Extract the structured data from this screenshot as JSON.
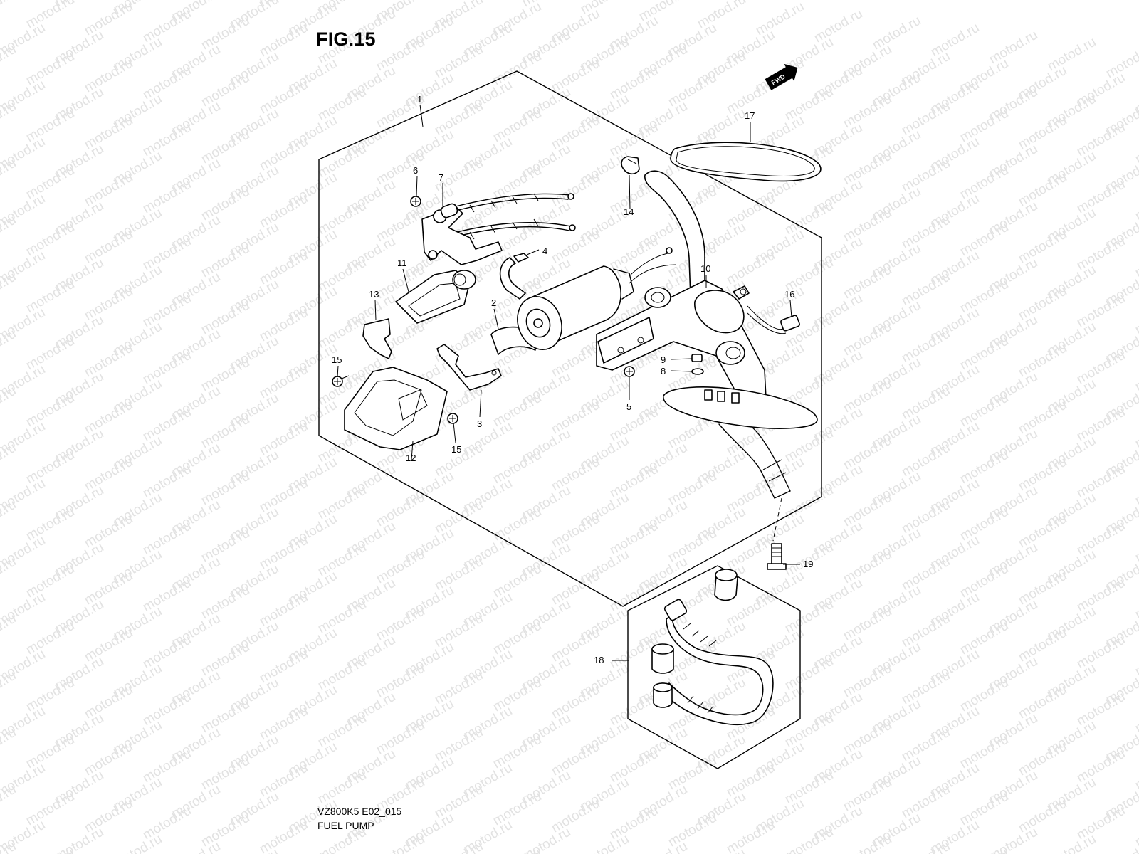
{
  "figure": {
    "title": "FIG.15"
  },
  "watermark": {
    "text": "motod.ru"
  },
  "fwd_badge": {
    "text": "FWD"
  },
  "callouts": [
    {
      "id": "1",
      "label": "1"
    },
    {
      "id": "2",
      "label": "2"
    },
    {
      "id": "3",
      "label": "3"
    },
    {
      "id": "4",
      "label": "4"
    },
    {
      "id": "5",
      "label": "5"
    },
    {
      "id": "6",
      "label": "6"
    },
    {
      "id": "7",
      "label": "7"
    },
    {
      "id": "8",
      "label": "8"
    },
    {
      "id": "9",
      "label": "9"
    },
    {
      "id": "10",
      "label": "10"
    },
    {
      "id": "11",
      "label": "11"
    },
    {
      "id": "12",
      "label": "12"
    },
    {
      "id": "13",
      "label": "13"
    },
    {
      "id": "14",
      "label": "14"
    },
    {
      "id": "15a",
      "label": "15"
    },
    {
      "id": "15b",
      "label": "15"
    },
    {
      "id": "16",
      "label": "16"
    },
    {
      "id": "17",
      "label": "17"
    },
    {
      "id": "18",
      "label": "18"
    },
    {
      "id": "19",
      "label": "19"
    }
  ],
  "footer": {
    "code": "VZ800K5 E02_015",
    "name": "FUEL PUMP"
  }
}
